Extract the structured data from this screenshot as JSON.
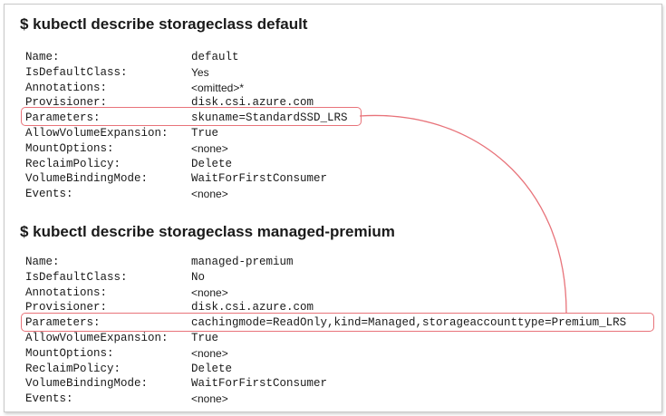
{
  "sections": [
    {
      "command": "$ kubectl describe storageclass default",
      "rows": [
        {
          "key": "Name:",
          "value": "default"
        },
        {
          "key": "IsDefaultClass:",
          "value": "Yes"
        },
        {
          "key": "Annotations:",
          "value": "<omitted>*"
        },
        {
          "key": "Provisioner:",
          "value": "disk.csi.azure.com"
        },
        {
          "key": "Parameters:",
          "value": "skuname=StandardSSD_LRS"
        },
        {
          "key": "AllowVolumeExpansion:",
          "value": "True"
        },
        {
          "key": "MountOptions:",
          "value": "<none>"
        },
        {
          "key": "ReclaimPolicy:",
          "value": "Delete"
        },
        {
          "key": "VolumeBindingMode:",
          "value": "WaitForFirstConsumer"
        },
        {
          "key": "Events:",
          "value": "<none>"
        }
      ]
    },
    {
      "command": "$ kubectl describe storageclass managed-premium",
      "rows": [
        {
          "key": "Name:",
          "value": "managed-premium"
        },
        {
          "key": "IsDefaultClass:",
          "value": "No"
        },
        {
          "key": "Annotations:",
          "value": "<none>"
        },
        {
          "key": "Provisioner:",
          "value": "disk.csi.azure.com"
        },
        {
          "key": "Parameters:",
          "value": "cachingmode=ReadOnly,kind=Managed,storageaccounttype=Premium_LRS"
        },
        {
          "key": "AllowVolumeExpansion:",
          "value": "True"
        },
        {
          "key": "MountOptions:",
          "value": "<none>"
        },
        {
          "key": "ReclaimPolicy:",
          "value": "Delete"
        },
        {
          "key": "VolumeBindingMode:",
          "value": "WaitForFirstConsumer"
        },
        {
          "key": "Events:",
          "value": "<none>"
        }
      ]
    }
  ],
  "colors": {
    "highlight": "#e8737a",
    "text": "#1a1a1a",
    "border": "#c9c9c9"
  }
}
